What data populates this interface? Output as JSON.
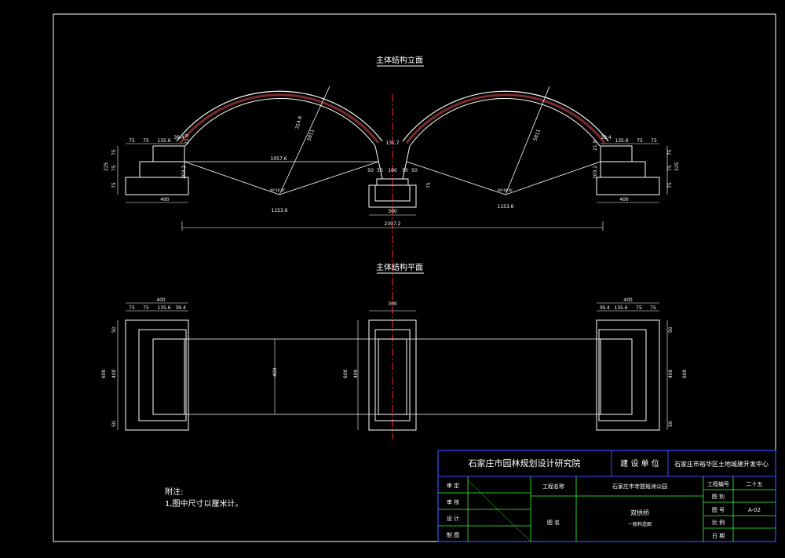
{
  "drawing": {
    "elevation_title": "主体结构立面",
    "plan_title": "主体结构平面",
    "notes_title": "附注:",
    "notes_line": "1,图中尺寸以厘米计。"
  },
  "elevation_dims": {
    "left_top": [
      "75",
      "75",
      "135.6",
      "39.4"
    ],
    "right_top": [
      "39.4",
      "135.6",
      "75",
      "75"
    ],
    "pier_top_span": "131.7",
    "pier_segments": [
      "50",
      "50",
      "100",
      "50",
      "50"
    ],
    "pier_height": "75",
    "left_side_v": [
      "75",
      "75",
      "75"
    ],
    "left_total_v": "225",
    "right_side_v": [
      "75",
      "75",
      "75"
    ],
    "right_total_v": "225",
    "abut_width": "400",
    "pier_width": "300",
    "total_length": "2307.2",
    "span_inner": "1057.6",
    "radius": "5811",
    "rise": "314.6",
    "arc_thick": "21.9",
    "sub_h": "203.2",
    "chord": "1153.6",
    "angle_note": "90°48′36″"
  },
  "plan_dims": {
    "left_width": "400",
    "left_segments": [
      "75",
      "75",
      "135.6",
      "39.4"
    ],
    "right_width": "400",
    "right_segments": [
      "39.4",
      "135.6",
      "75",
      "75"
    ],
    "pier_width": "300",
    "total_v": "600",
    "inner_v": "400",
    "edge_v": [
      "50",
      "50"
    ],
    "deck_width": "400"
  },
  "title_block": {
    "institute": "石家庄市园林规划设计研究院",
    "client_label": "建 设 单 位",
    "client": "石家庄市裕华区土地城建开发中心",
    "rows_left": [
      "审  定",
      "审  核",
      "设  计",
      "制  图"
    ],
    "project_label": "工程名称",
    "project": "石家庄市寺盟裕洲公园",
    "drawing_label": "图    名",
    "drawing_name": "双拱桥",
    "drawing_sub": "一般构造图",
    "right_labels": [
      "工程编号",
      "图  别",
      "图  号",
      "比  例",
      "日  期"
    ],
    "right_values": [
      "二十五",
      "",
      "A-02",
      "",
      ""
    ]
  },
  "colors": {
    "line": "#ffffff",
    "axis": "#ff2a2a",
    "frame_blue": "#3a4dff",
    "frame_green": "#33ff33",
    "arch_fill": "#7a2b2b"
  }
}
